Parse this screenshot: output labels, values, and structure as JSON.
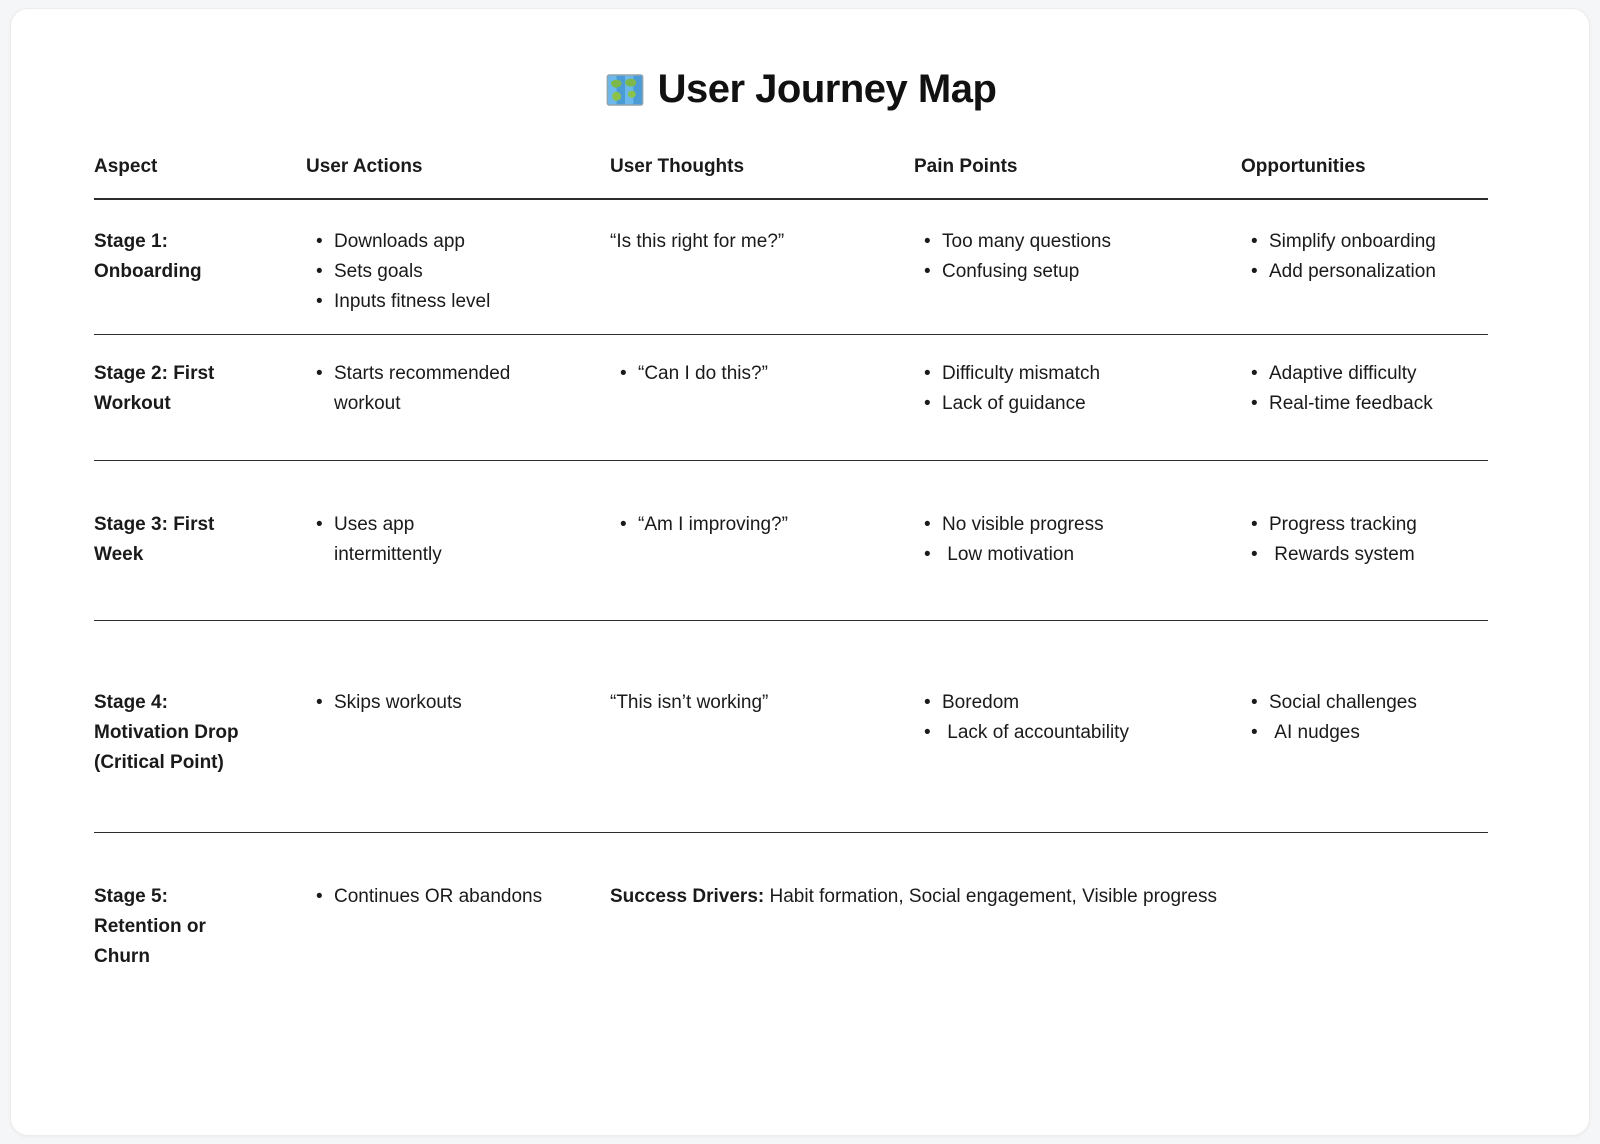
{
  "title": {
    "icon": "world-map-icon",
    "text": "User Journey Map"
  },
  "table": {
    "headers": [
      "Aspect",
      "User Actions",
      "User Thoughts",
      "Pain Points",
      "Opportunities"
    ],
    "rows": [
      {
        "aspect": "Stage 1:\nOnboarding",
        "actions": [
          "Downloads app",
          "Sets goals",
          "Inputs fitness level"
        ],
        "thoughts": {
          "type": "plain",
          "text": "“Is this right for me?”"
        },
        "pain_points": [
          "Too many questions",
          "Confusing setup"
        ],
        "opportunities": [
          "Simplify onboarding",
          "Add personalization"
        ]
      },
      {
        "aspect": "Stage 2: First\nWorkout",
        "actions": [
          "Starts recommended\nworkout"
        ],
        "thoughts": {
          "type": "bullets",
          "items": [
            "“Can I do this?”"
          ]
        },
        "pain_points": [
          "Difficulty mismatch",
          "Lack of guidance"
        ],
        "opportunities": [
          "Adaptive difficulty",
          "Real-time feedback"
        ]
      },
      {
        "aspect": "Stage 3: First\nWeek",
        "actions": [
          "Uses app\nintermittently"
        ],
        "thoughts": {
          "type": "bullets",
          "items": [
            "“Am I improving?”"
          ]
        },
        "pain_points": [
          "No visible progress",
          " Low motivation"
        ],
        "opportunities": [
          "Progress tracking",
          " Rewards system"
        ]
      },
      {
        "aspect": "Stage 4:\nMotivation Drop\n(Critical Point)",
        "actions": [
          "Skips workouts"
        ],
        "thoughts": {
          "type": "plain",
          "text": "“This isn’t working”"
        },
        "pain_points": [
          "Boredom",
          " Lack of accountability"
        ],
        "opportunities": [
          "Social challenges",
          " AI nudges"
        ]
      },
      {
        "aspect": "Stage 5:\nRetention or\nChurn",
        "actions": [
          "Continues OR abandons"
        ],
        "thoughts": {
          "type": "note",
          "label": "Success Drivers:",
          "text": " Habit formation, Social engagement, Visible progress"
        },
        "pain_points": [],
        "opportunities": []
      }
    ]
  },
  "colors": {
    "text": "#1a1a1a",
    "divider": "#2d2d2d",
    "card_background": "#ffffff",
    "page_background": "#f5f6f7"
  }
}
